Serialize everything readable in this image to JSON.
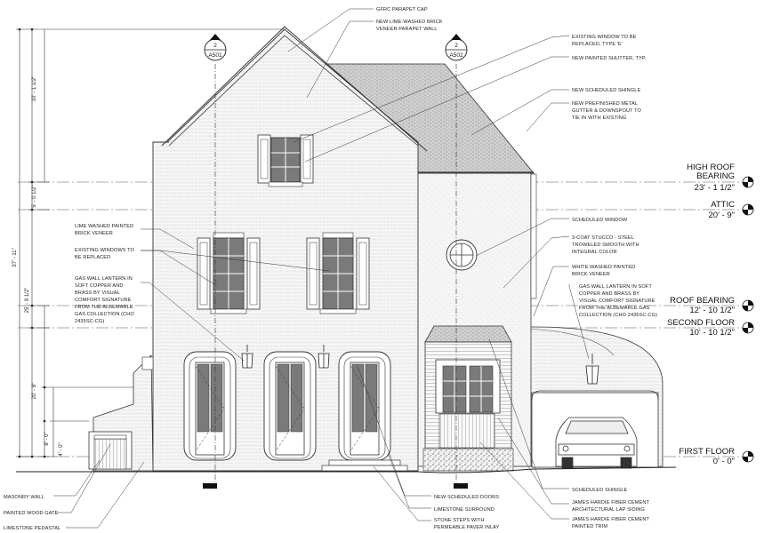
{
  "section_tags": [
    {
      "num": "2",
      "sheet": "A501"
    },
    {
      "num": "2",
      "sheet": "A502"
    }
  ],
  "levels": [
    {
      "name": "HIGH ROOF BEARING",
      "name_line1": "HIGH ROOF",
      "name_line2": "BEARING",
      "value": "23' - 1 1/2\""
    },
    {
      "name": "ATTIC",
      "value": "20' - 9\""
    },
    {
      "name": "ROOF BEARING",
      "value": "12' - 10 1/2\""
    },
    {
      "name": "SECOND FLOOR",
      "value": "10' - 10 1/2\""
    },
    {
      "name": "FIRST FLOOR",
      "value": "0' - 0\""
    }
  ],
  "dimensions": {
    "d1": "10' - 1 1/2\"",
    "d2": "5' - 0 1/2\"",
    "d3": "37' - 11\"",
    "d4": "25' - 9 1/2\"",
    "d5": "20' - 8\"",
    "d6": "8' - 0\"",
    "d7": "4' - 0\""
  },
  "notes_right": {
    "gfrc": "GFRC PARAPET CAP",
    "limewash_parapet_1": "NEW LIME-WASHED BRICK",
    "limewash_parapet_2": "VENEER PARAPET WALL",
    "window_e_1": "EXISTING WINDOW TO BE",
    "window_e_2": "REPLACED, TYPE 'E'",
    "shutter": "NEW PAINTED SHUTTER, TYP.",
    "shingle": "NEW SCHEDULED SHINGLE",
    "gutter_1": "NEW PREFINISHED METAL",
    "gutter_2": "GUTTER & DOWNSPOUT TO",
    "gutter_3": "TIE IN WITH EXISTING",
    "sched_window": "SCHEDULED WINDOW",
    "stucco_1": "3-COAT STUCCO - STEEL",
    "stucco_2": "TROWELED SMOOTH WITH",
    "stucco_3": "INTEGRAL COLOR",
    "whitewash_1": "WHITE WASHED PAINTED",
    "whitewash_2": "BRICK VENEER",
    "lantern_r_1": "GAS WALL LANTERN IN SOFT",
    "lantern_r_2": "COPPER AND BRASS BY",
    "lantern_r_3": "VISUAL COMFORT SIGNATURE",
    "lantern_r_4": "FROM THE ALBEMARLE GAS",
    "lantern_r_5": "COLLECTION (CHO 2436SC-CG)",
    "doors": "NEW SCHEDULED DOORS",
    "limestone_surround": "LIMESTONE SURROUND",
    "steps_1": "STONE STEPS WITH",
    "steps_2": "PERMEABLE PAVER INLAY",
    "sched_shingle": "SCHEDULED SHINGLE",
    "lap_1": "JAMES HARDIE FIBER CEMENT",
    "lap_2": "ARCHITECTURAL LAP SIDING",
    "trim_1": "JAMES HARDIE FIBER CEMENT",
    "trim_2": "PAINTED TRIM"
  },
  "notes_left": {
    "limewash_1": "LIME WASHED PAINTED",
    "limewash_2": "BRICK VENEER",
    "existing_1": "EXISTING WINDOWS TO",
    "existing_2": "BE REPLACED",
    "lantern_l_1": "GAS WALL LANTERN IN",
    "lantern_l_2": "SOFT COPPER AND",
    "lantern_l_3": "BRASS BY VISUAL",
    "lantern_l_4": "COMFORT SIGNATURE",
    "lantern_l_5": "FROM THE ALBEMARLE",
    "lantern_l_6": "GAS COLLECTION (CHO",
    "lantern_l_7": "2435SC-CG)",
    "masonry_wall": "MASONRY WALL",
    "wood_gate": "PAINTED WOOD GATE",
    "pedestal": "LIMESTONE PEDASTAL"
  }
}
